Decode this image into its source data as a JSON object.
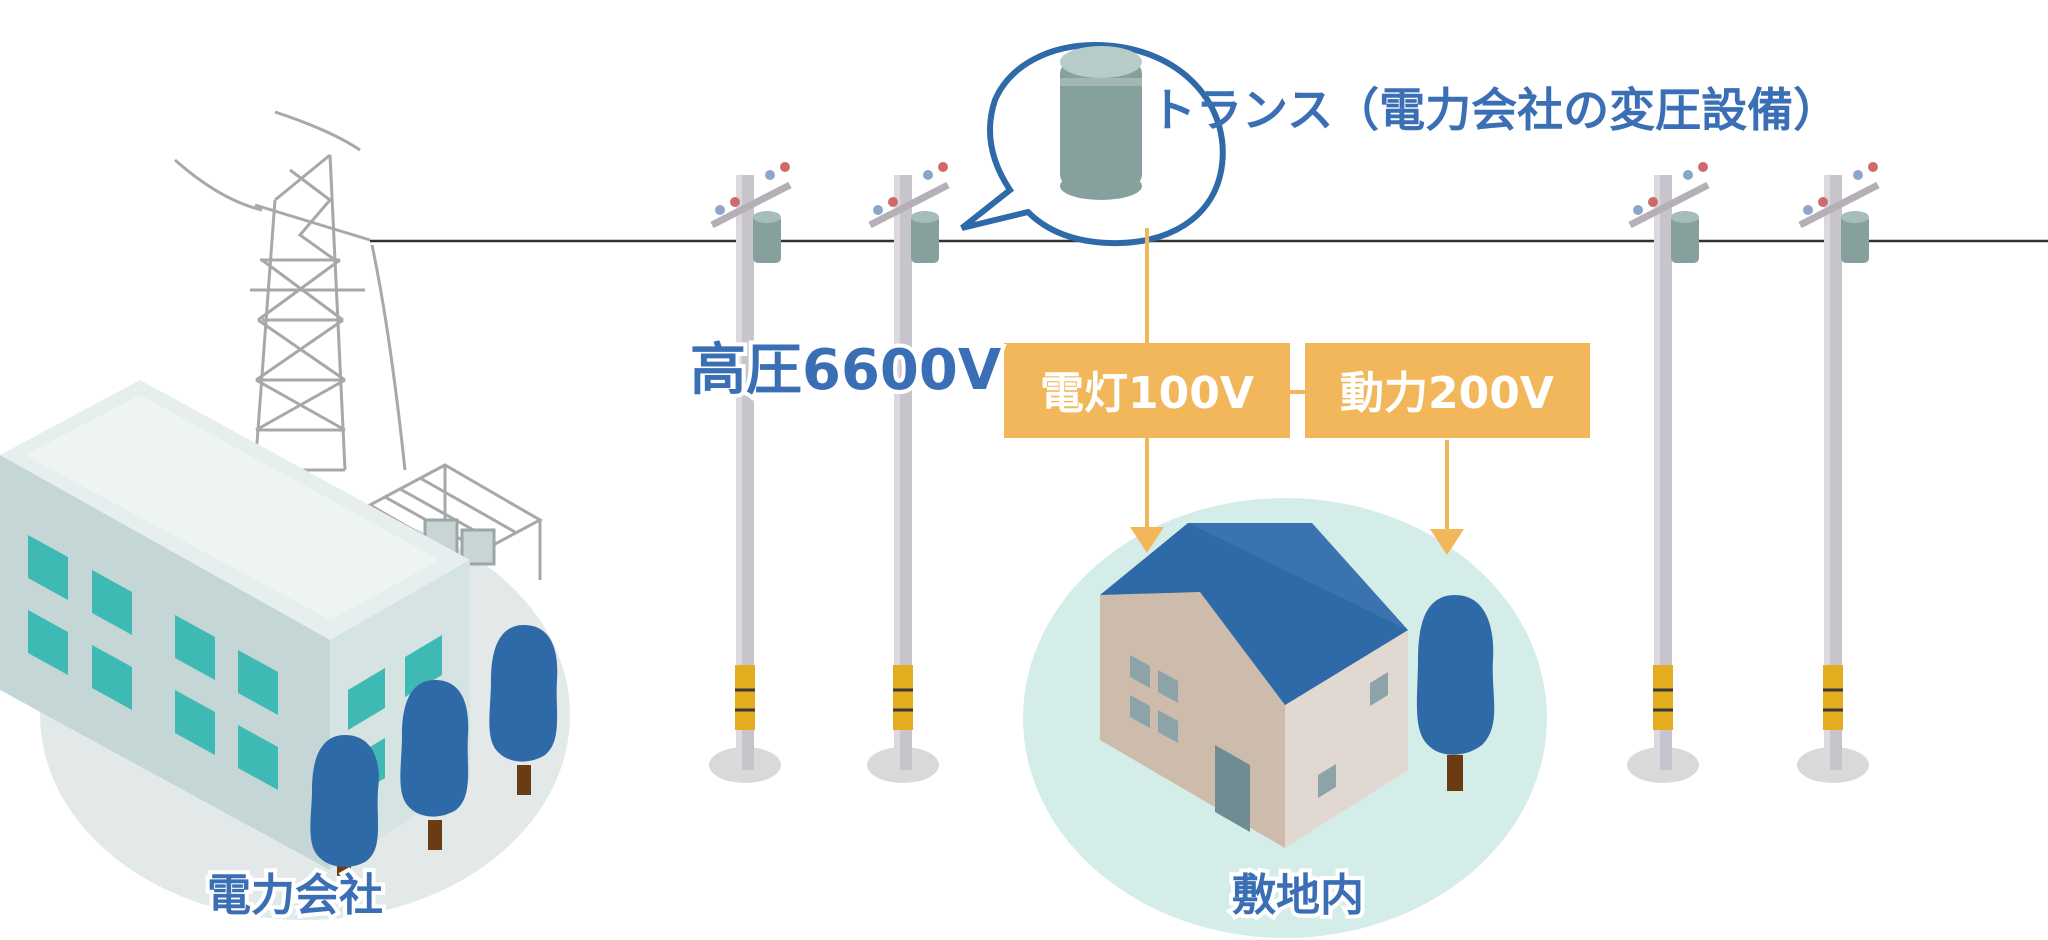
{
  "labels": {
    "power_company": "電力会社",
    "premises": "敷地内",
    "high_voltage": "高圧6600V",
    "transformer": "トランス（電力会社の変圧設備）",
    "lighting": "電灯100V",
    "power": "動力200V"
  },
  "colors": {
    "label_blue": "#3a6fb5",
    "accent_orange": "#f1b75a",
    "tree_blue": "#2f6aa8",
    "roof_blue": "#2f6aa8",
    "teal_window": "#3fb9b3",
    "circle_teal": "#d5ede9",
    "circle_gray": "#e3e8e8",
    "pole_gray": "#c8c4cc",
    "pole_band": "#e3ad1f",
    "transformer_green": "#86a09d",
    "wire": "#333333"
  },
  "icons": {
    "transformer": "pole-transformer-icon",
    "house": "house-icon",
    "building": "power-company-building-icon",
    "pylon": "transmission-tower-icon",
    "tree": "tree-icon"
  }
}
